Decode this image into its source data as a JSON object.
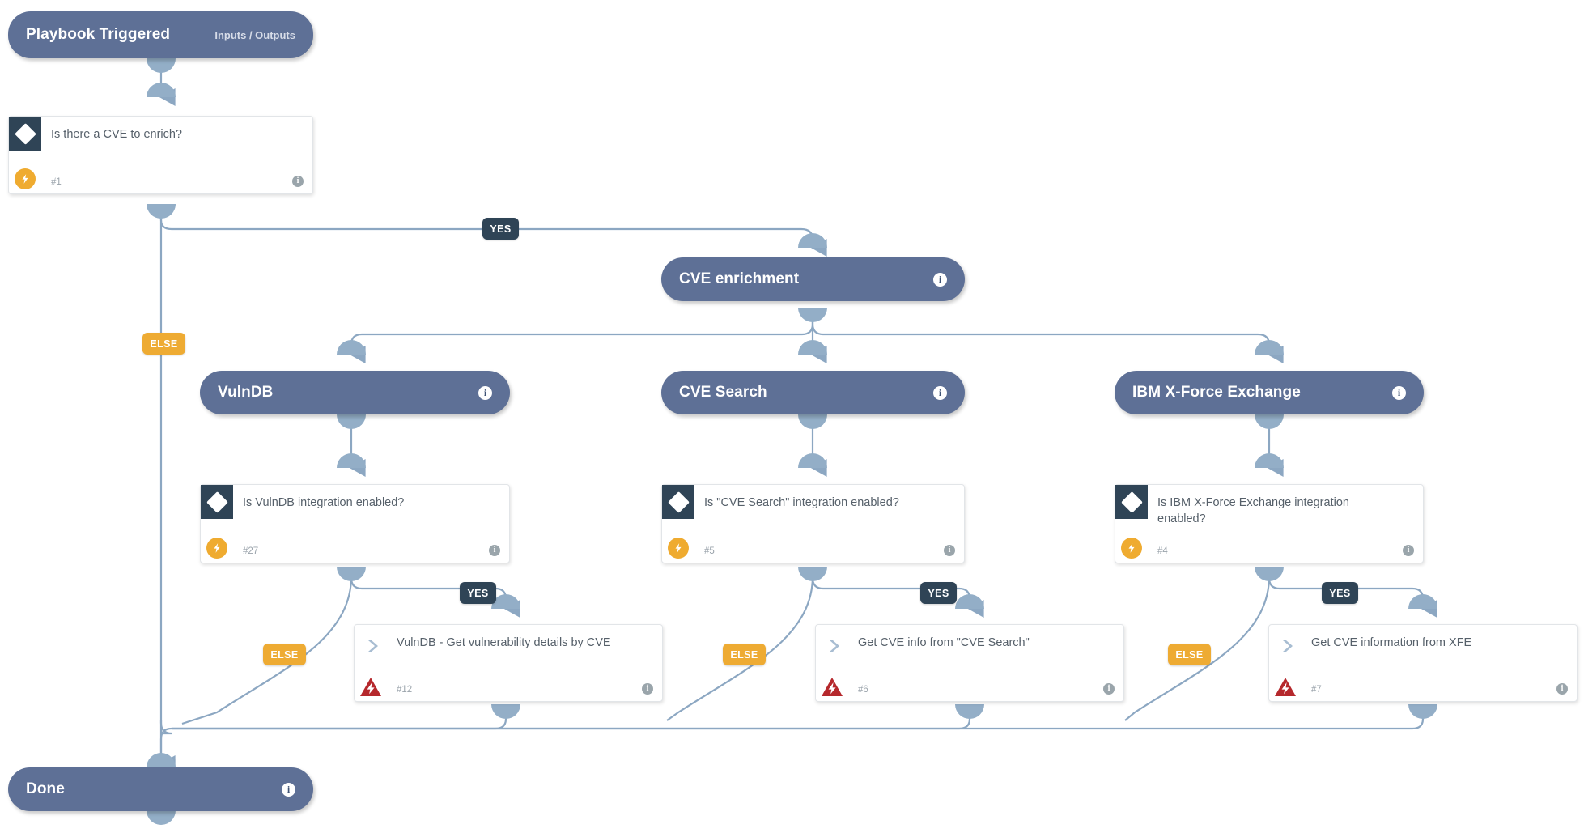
{
  "colors": {
    "node_blue": "#5e7096",
    "card_white": "#ffffff",
    "condition_badge": "#2f4456",
    "bolt_amber": "#efab30",
    "bolt_red": "#b5282c",
    "edge_blue": "#8ca7c2",
    "tag_yes": "#2f4456",
    "tag_else": "#eeab33",
    "text_card": "#56606a",
    "text_muted": "#9aa3ab"
  },
  "trigger": {
    "title": "Playbook Triggered",
    "subtitle": "Inputs / Outputs"
  },
  "nodes": {
    "cond_cve": {
      "title": "Is there a CVE to enrich?",
      "number": "#1",
      "icon": "diamond-icon",
      "bolt": "bolt-amber-icon",
      "info": "info-icon"
    },
    "section_cve_enrichment": {
      "title": "CVE enrichment",
      "info": "info-icon"
    },
    "section_vulndb": {
      "title": "VulnDB",
      "info": "info-icon"
    },
    "section_cve_search": {
      "title": "CVE Search",
      "info": "info-icon"
    },
    "section_xfe": {
      "title": "IBM X-Force Exchange",
      "info": "info-icon"
    },
    "cond_vulndb": {
      "title": "Is VulnDB integration enabled?",
      "number": "#27",
      "icon": "diamond-icon",
      "bolt": "bolt-amber-icon",
      "info": "info-icon"
    },
    "cond_cve_search": {
      "title": "Is \"CVE Search\" integration enabled?",
      "number": "#5",
      "icon": "diamond-icon",
      "bolt": "bolt-amber-icon",
      "info": "info-icon"
    },
    "cond_xfe": {
      "title": "Is IBM X-Force Exchange integration enabled?",
      "number": "#4",
      "icon": "diamond-icon",
      "bolt": "bolt-amber-icon",
      "info": "info-icon"
    },
    "action_vulndb": {
      "title": "VulnDB - Get vulnerability details by CVE",
      "number": "#12",
      "icon": "chevron-right-icon",
      "bolt": "bolt-red-warning-icon",
      "info": "info-icon"
    },
    "action_cve_search": {
      "title": "Get CVE info from \"CVE Search\"",
      "number": "#6",
      "icon": "chevron-right-icon",
      "bolt": "bolt-red-warning-icon",
      "info": "info-icon"
    },
    "action_xfe": {
      "title": "Get CVE information from XFE",
      "number": "#7",
      "icon": "chevron-right-icon",
      "bolt": "bolt-red-warning-icon",
      "info": "info-icon"
    },
    "done": {
      "title": "Done",
      "info": "info-icon"
    }
  },
  "tags": {
    "yes_top": "YES",
    "else_top": "ELSE",
    "yes_vulndb": "YES",
    "else_vulndb": "ELSE",
    "yes_cve_search": "YES",
    "else_cve_search": "ELSE",
    "yes_xfe": "YES",
    "else_xfe": "ELSE"
  }
}
